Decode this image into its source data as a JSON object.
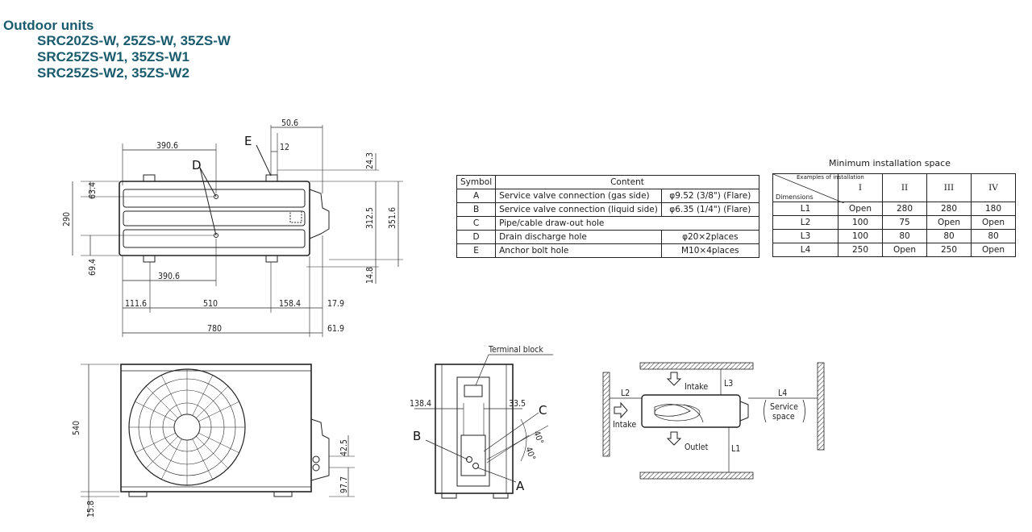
{
  "title": {
    "main": "Outdoor units",
    "models": [
      "SRC20ZS-W, 25ZS-W, 35ZS-W",
      "SRC25ZS-W1, 35ZS-W1",
      "SRC25ZS-W2, 35ZS-W2"
    ]
  },
  "top_view": {
    "dims": {
      "d50_6": "50.6",
      "d12": "12",
      "d390_6_top": "390.6",
      "d24_3": "24.3",
      "d63_4": "63.4",
      "d290": "290",
      "d312_5": "312.5",
      "d351_6": "351.6",
      "d69_4": "69.4",
      "d14_8": "14.8",
      "d390_6_bottom": "390.6",
      "d111_6": "111.6",
      "d510": "510",
      "d158_4": "158.4",
      "d17_9": "17.9",
      "d780": "780",
      "d61_9": "61.9"
    },
    "labels": {
      "D": "D",
      "E": "E"
    }
  },
  "front_view": {
    "dims": {
      "d540": "540",
      "d42_5": "42.5",
      "d97_7": "97.7",
      "d15_8": "15.8"
    }
  },
  "side_view": {
    "terminal": "Terminal block",
    "dims": {
      "d138_4": "138.4",
      "d33_5": "33.5",
      "a40a": "40°",
      "a40b": "40°"
    },
    "labels": {
      "A": "A",
      "B": "B",
      "C": "C"
    }
  },
  "space_diagram": {
    "intake_top": "Intake",
    "intake_left": "Intake",
    "outlet": "Outlet",
    "service1": "Service",
    "service2": "space",
    "L1": "L1",
    "L2": "L2",
    "L3": "L3",
    "L4": "L4"
  },
  "symbol_table": {
    "header": {
      "symbol": "Symbol",
      "content": "Content"
    },
    "rows": [
      {
        "symbol": "A",
        "content": "Service valve connection (gas side)",
        "value": "φ9.52 (3/8\") (Flare)"
      },
      {
        "symbol": "B",
        "content": "Service valve connection (liquid side)",
        "value": "φ6.35 (1/4\") (Flare)"
      },
      {
        "symbol": "C",
        "content": "Pipe/cable draw-out hole",
        "value": ""
      },
      {
        "symbol": "D",
        "content": "Drain discharge hole",
        "value": "φ20×2places"
      },
      {
        "symbol": "E",
        "content": "Anchor bolt hole",
        "value": "M10×4places"
      }
    ]
  },
  "min_space": {
    "title": "Minimum installation space",
    "corner_top": "Examples of installation",
    "corner_bottom": "Dimensions",
    "columns": [
      "I",
      "II",
      "III",
      "IV"
    ],
    "rows": [
      {
        "dim": "L1",
        "values": [
          "Open",
          "280",
          "280",
          "180"
        ]
      },
      {
        "dim": "L2",
        "values": [
          "100",
          "75",
          "Open",
          "Open"
        ]
      },
      {
        "dim": "L3",
        "values": [
          "100",
          "80",
          "80",
          "80"
        ]
      },
      {
        "dim": "L4",
        "values": [
          "250",
          "Open",
          "250",
          "Open"
        ]
      }
    ]
  }
}
